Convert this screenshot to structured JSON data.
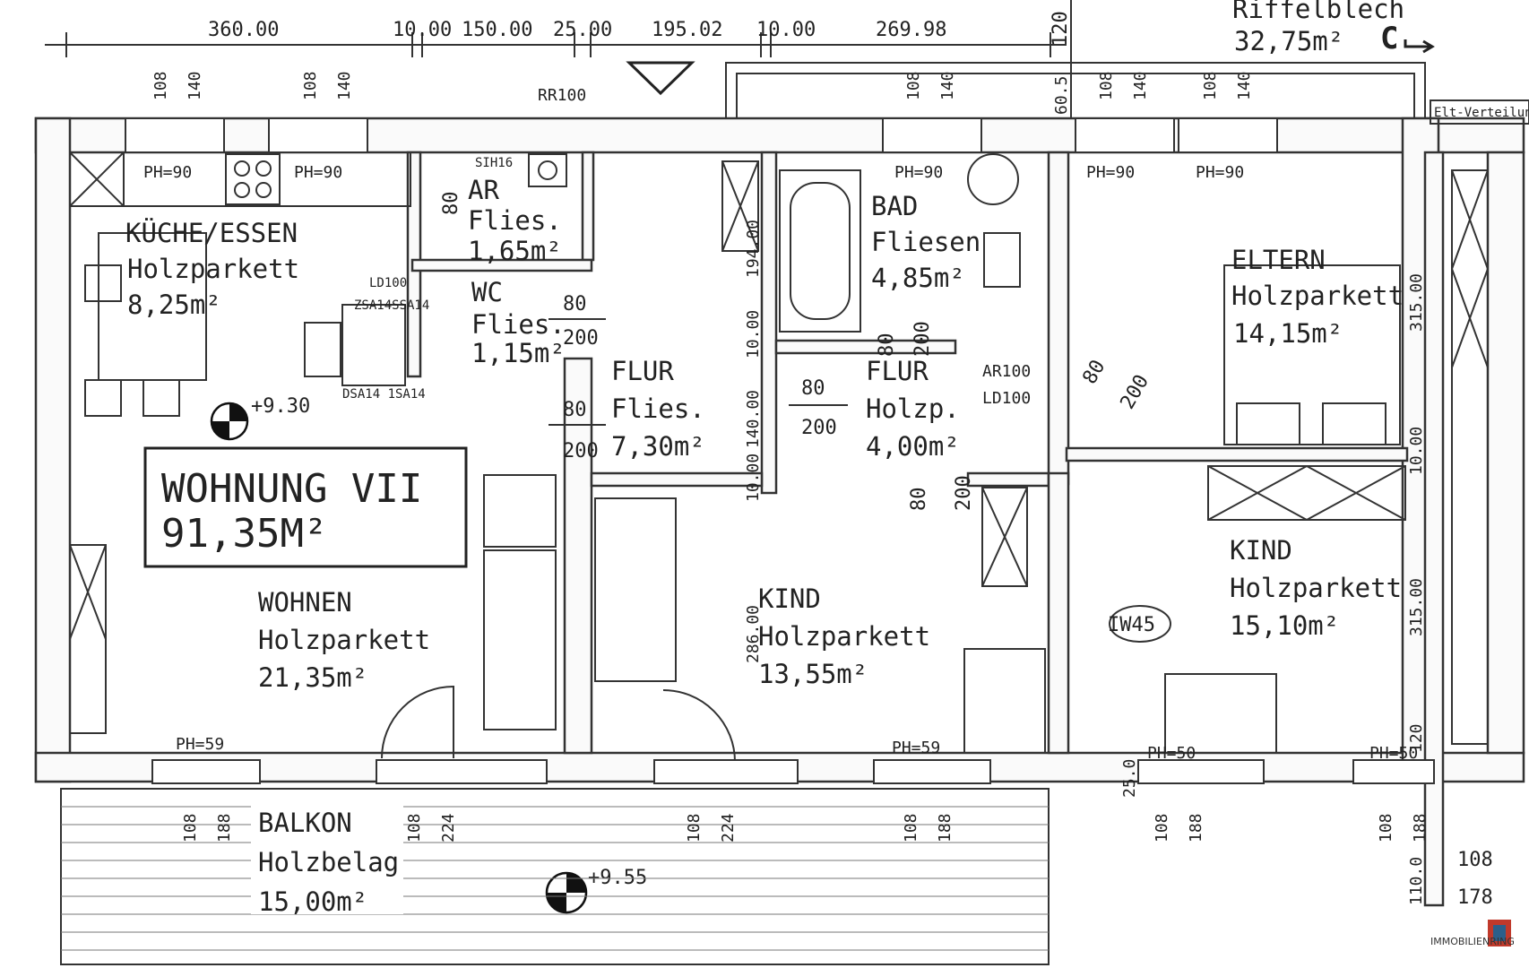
{
  "apartment": {
    "name": "WOHNUNG VII",
    "area": "91,35M²"
  },
  "top_dimensions": [
    "360.00",
    "10.00",
    "150.00",
    "25.00",
    "195.02",
    "10.00",
    "269.98",
    "120"
  ],
  "roof": {
    "label": "Riffelblech",
    "area": "32,75m²",
    "marker": "C"
  },
  "window_dims_top": [
    "108",
    "140",
    "108",
    "140",
    "108",
    "140",
    "60.5",
    "108",
    "140",
    "108",
    "140"
  ],
  "ph_labels_top": [
    "PH=90",
    "PH=90",
    "PH=90",
    "PH=90",
    "PH=90"
  ],
  "ph_labels_bottom": [
    "PH=59",
    "PH=59",
    "PH=50",
    "PH=50"
  ],
  "misc_labels": [
    "RR100",
    "Elt-Verteilung",
    "SIH16",
    "LD100",
    "ZSA14SSA14",
    "DSA14 1SA14",
    "AR100",
    "LD100",
    "IW45"
  ],
  "rooms": [
    {
      "name": "KÜCHE/ESSEN",
      "floor": "Holzparkett",
      "area": "8,25m²"
    },
    {
      "name": "AR",
      "floor": "Flies.",
      "area": "1,65m²"
    },
    {
      "name": "WC",
      "floor": "Flies.",
      "area": "1,15m²"
    },
    {
      "name": "BAD",
      "floor": "Fliesen",
      "area": "4,85m²"
    },
    {
      "name": "FLUR",
      "floor": "Flies.",
      "area": "7,30m²"
    },
    {
      "name": "FLUR",
      "floor": "Holzp.",
      "area": "4,00m²"
    },
    {
      "name": "ELTERN",
      "floor": "Holzparkett",
      "area": "14,15m²"
    },
    {
      "name": "WOHNEN",
      "floor": "Holzparkett",
      "area": "21,35m²"
    },
    {
      "name": "KIND",
      "floor": "Holzparkett",
      "area": "13,55m²"
    },
    {
      "name": "KIND",
      "floor": "Holzparkett",
      "area": "15,10m²"
    },
    {
      "name": "BALKON",
      "floor": "Holzbelag",
      "area": "15,00m²"
    }
  ],
  "levels": [
    "+9.30",
    "+9.55"
  ],
  "door_dims": [
    "80",
    "200"
  ],
  "wall_dims": [
    "194.00",
    "10.00",
    "140.00",
    "10.00",
    "286.00",
    "315.00",
    "10.00",
    "315.00",
    "120",
    "110.0"
  ],
  "window_dims_bottom": [
    "108",
    "188",
    "108",
    "224",
    "108",
    "224",
    "108",
    "188",
    "108",
    "188",
    "108",
    "188",
    "25.0"
  ],
  "corner_dims": [
    "108",
    "178"
  ],
  "logo": "IMMOBILIENRING"
}
